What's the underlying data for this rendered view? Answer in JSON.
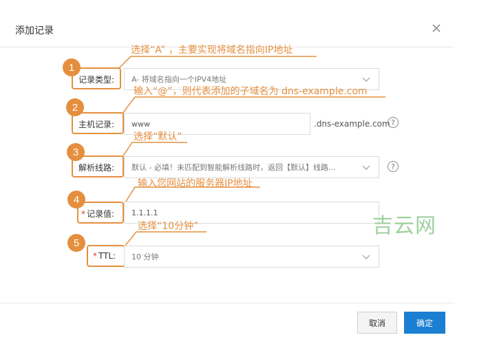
{
  "dialog": {
    "title": "添加记录",
    "close_icon": "close-icon"
  },
  "form": {
    "record_type": {
      "label": "记录类型:",
      "value": "A- 将域名指向一个IPV4地址"
    },
    "host_record": {
      "label": "主机记录:",
      "value": "www",
      "suffix": ".dns-example.com"
    },
    "line": {
      "label": "解析线路:",
      "value": "默认 - 必填！未匹配到智能解析线路时，返回【默认】线路..."
    },
    "record_value": {
      "required_mark": "*",
      "label": "记录值:",
      "value": "1.1.1.1"
    },
    "ttl": {
      "required_mark": "*",
      "label": "TTL:",
      "value": "10 分钟"
    }
  },
  "annotations": [
    {
      "number": "1",
      "text": "选择“A”  ，主要实现将域名指向IP地址"
    },
    {
      "number": "2",
      "text": "输入“@”，则代表添加的子域名为 dns-example.com"
    },
    {
      "number": "3",
      "text": "选择“默认”"
    },
    {
      "number": "4",
      "text": "输入您网站的服务器IP地址"
    },
    {
      "number": "5",
      "text": "选择“10分钟”"
    }
  ],
  "help_icon_glyph": "?",
  "watermark": "吉云网",
  "footer": {
    "cancel_label": "取消",
    "ok_label": "确定"
  },
  "colors": {
    "annotation": "#e58f3e",
    "primary": "#1b7fd1",
    "watermark": "#9fcf9f"
  }
}
